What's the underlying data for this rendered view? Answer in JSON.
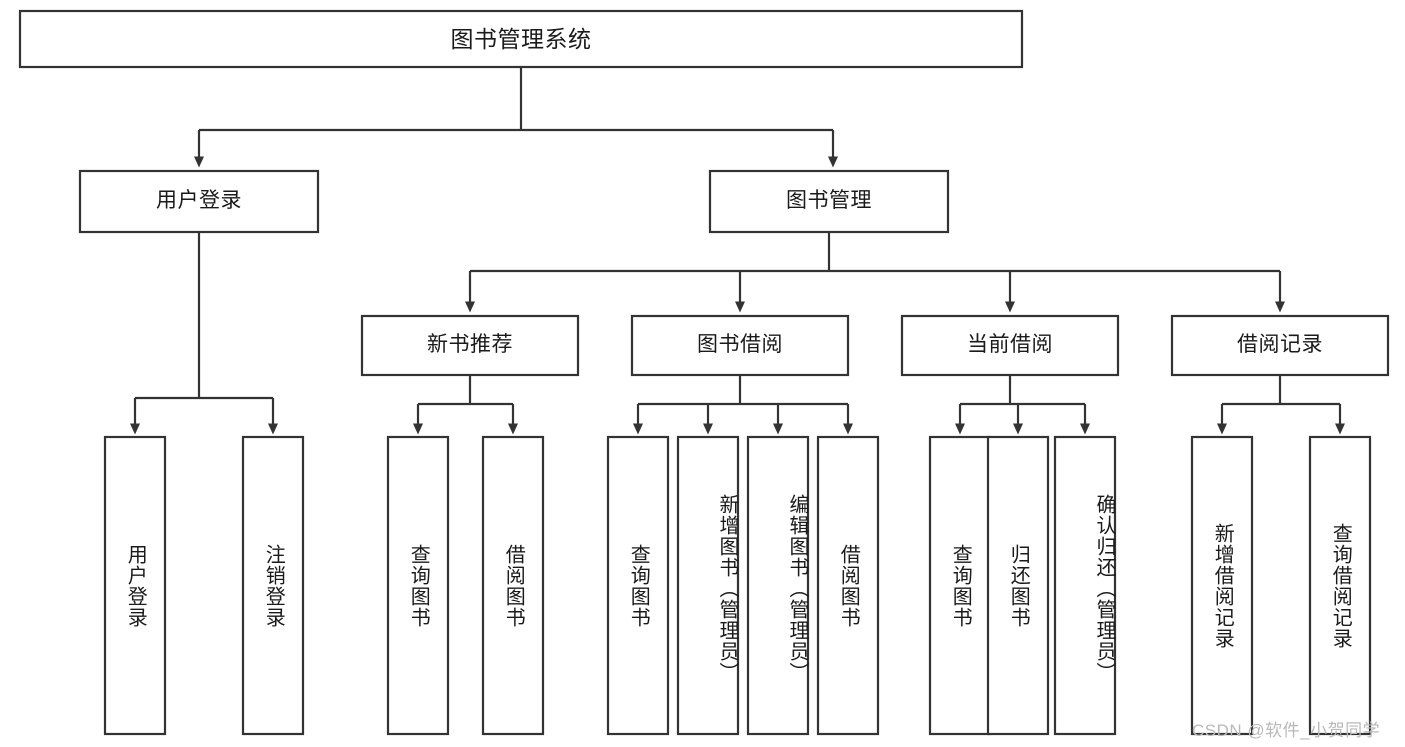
{
  "diagram": {
    "type": "tree-hierarchy",
    "orientation": "top-down",
    "root": {
      "id": "root",
      "label": "图书管理系统"
    },
    "level2": [
      {
        "id": "user-login",
        "label": "用户登录"
      },
      {
        "id": "book-manage",
        "label": "图书管理"
      }
    ],
    "level3": [
      {
        "id": "new-book-recommend",
        "label": "新书推荐",
        "parent": "book-manage"
      },
      {
        "id": "book-borrow",
        "label": "图书借阅",
        "parent": "book-manage"
      },
      {
        "id": "current-borrow",
        "label": "当前借阅",
        "parent": "book-manage"
      },
      {
        "id": "borrow-record",
        "label": "借阅记录",
        "parent": "book-manage"
      }
    ],
    "leaves": [
      {
        "id": "leaf-user-login",
        "label": "用户登录",
        "parent": "user-login"
      },
      {
        "id": "leaf-logout-login",
        "label": "注销登录",
        "parent": "user-login"
      },
      {
        "id": "leaf-query-book-1",
        "label": "查询图书",
        "parent": "new-book-recommend"
      },
      {
        "id": "leaf-borrow-book-1",
        "label": "借阅图书",
        "parent": "new-book-recommend"
      },
      {
        "id": "leaf-query-book-2",
        "label": "查询图书",
        "parent": "book-borrow"
      },
      {
        "id": "leaf-add-book",
        "label": "新增图书（管理员）",
        "parent": "book-borrow"
      },
      {
        "id": "leaf-edit-book",
        "label": "编辑图书（管理员）",
        "parent": "book-borrow"
      },
      {
        "id": "leaf-borrow-book-2",
        "label": "借阅图书",
        "parent": "book-borrow"
      },
      {
        "id": "leaf-query-book-3",
        "label": "查询图书",
        "parent": "current-borrow"
      },
      {
        "id": "leaf-return-book",
        "label": "归还图书",
        "parent": "current-borrow"
      },
      {
        "id": "leaf-confirm-return",
        "label": "确认归还（管理员）",
        "parent": "current-borrow"
      },
      {
        "id": "leaf-add-borrow-record",
        "label": "新增借阅记录",
        "parent": "borrow-record"
      },
      {
        "id": "leaf-query-borrow-record",
        "label": "查询借阅记录",
        "parent": "borrow-record"
      }
    ],
    "colors": {
      "box_fill": "#ffffff",
      "box_stroke": "#333333",
      "text": "#1a1a1a",
      "background": "#ffffff",
      "watermark": "#b9b9b9"
    }
  },
  "watermark": {
    "text": "CSDN @软件_小贺同学"
  }
}
